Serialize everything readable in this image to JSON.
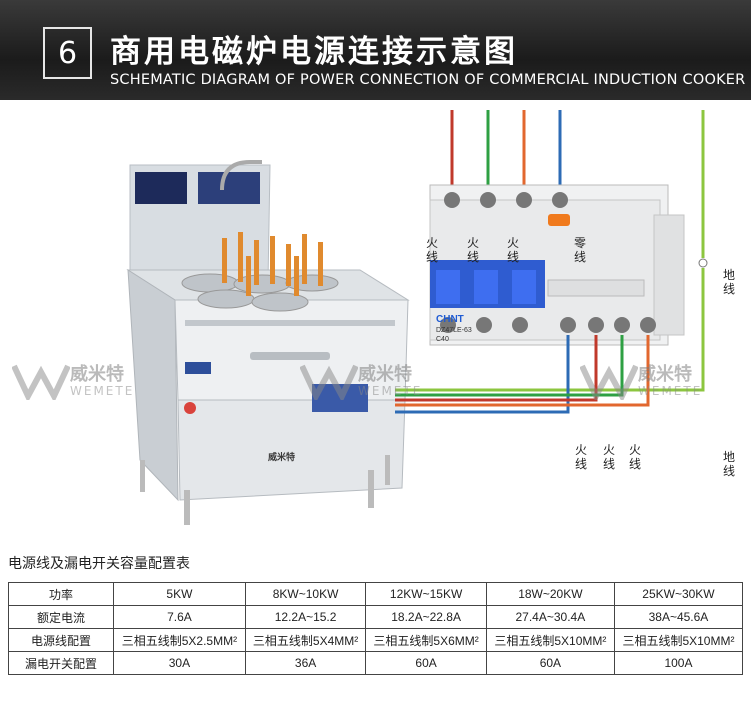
{
  "header": {
    "step_number": "6",
    "title_cn": "商用电磁炉电源连接示意图",
    "title_en": "SCHEMATIC DIAGRAM OF POWER CONNECTION OF COMMERCIAL INDUCTION COOKER"
  },
  "diagram": {
    "top_labels": [
      "火线",
      "火线",
      "火线",
      "零线"
    ],
    "side_label_top": "地线",
    "side_label_bottom": "地线",
    "bottom_labels": [
      "火线",
      "火线",
      "火线"
    ],
    "breaker": {
      "brand": "CHNT",
      "model": "DZ47LE-63",
      "rating": "C40"
    },
    "machine_brand": "威米特",
    "wire_colors": {
      "live": "#c0392b",
      "green": "#2ea043",
      "orange": "#e2672e",
      "neutral": "#2d6bb5",
      "ground": "#8cc63f"
    }
  },
  "watermark": {
    "cn": "威米特",
    "en": "WEMETE"
  },
  "table": {
    "caption": "电源线及漏电开关容量配置表",
    "rows": [
      [
        "功率",
        "5KW",
        "8KW~10KW",
        "12KW~15KW",
        "18W~20KW",
        "25KW~30KW"
      ],
      [
        "额定电流",
        "7.6A",
        "12.2A~15.2",
        "18.2A~22.8A",
        "27.4A~30.4A",
        "38A~45.6A"
      ],
      [
        "电源线配置",
        "三相五线制5X2.5MM²",
        "三相五线制5X4MM²",
        "三相五线制5X6MM²",
        "三相五线制5X10MM²",
        "三相五线制5X10MM²"
      ],
      [
        "漏电开关配置",
        "30A",
        "36A",
        "60A",
        "60A",
        "100A"
      ]
    ]
  }
}
